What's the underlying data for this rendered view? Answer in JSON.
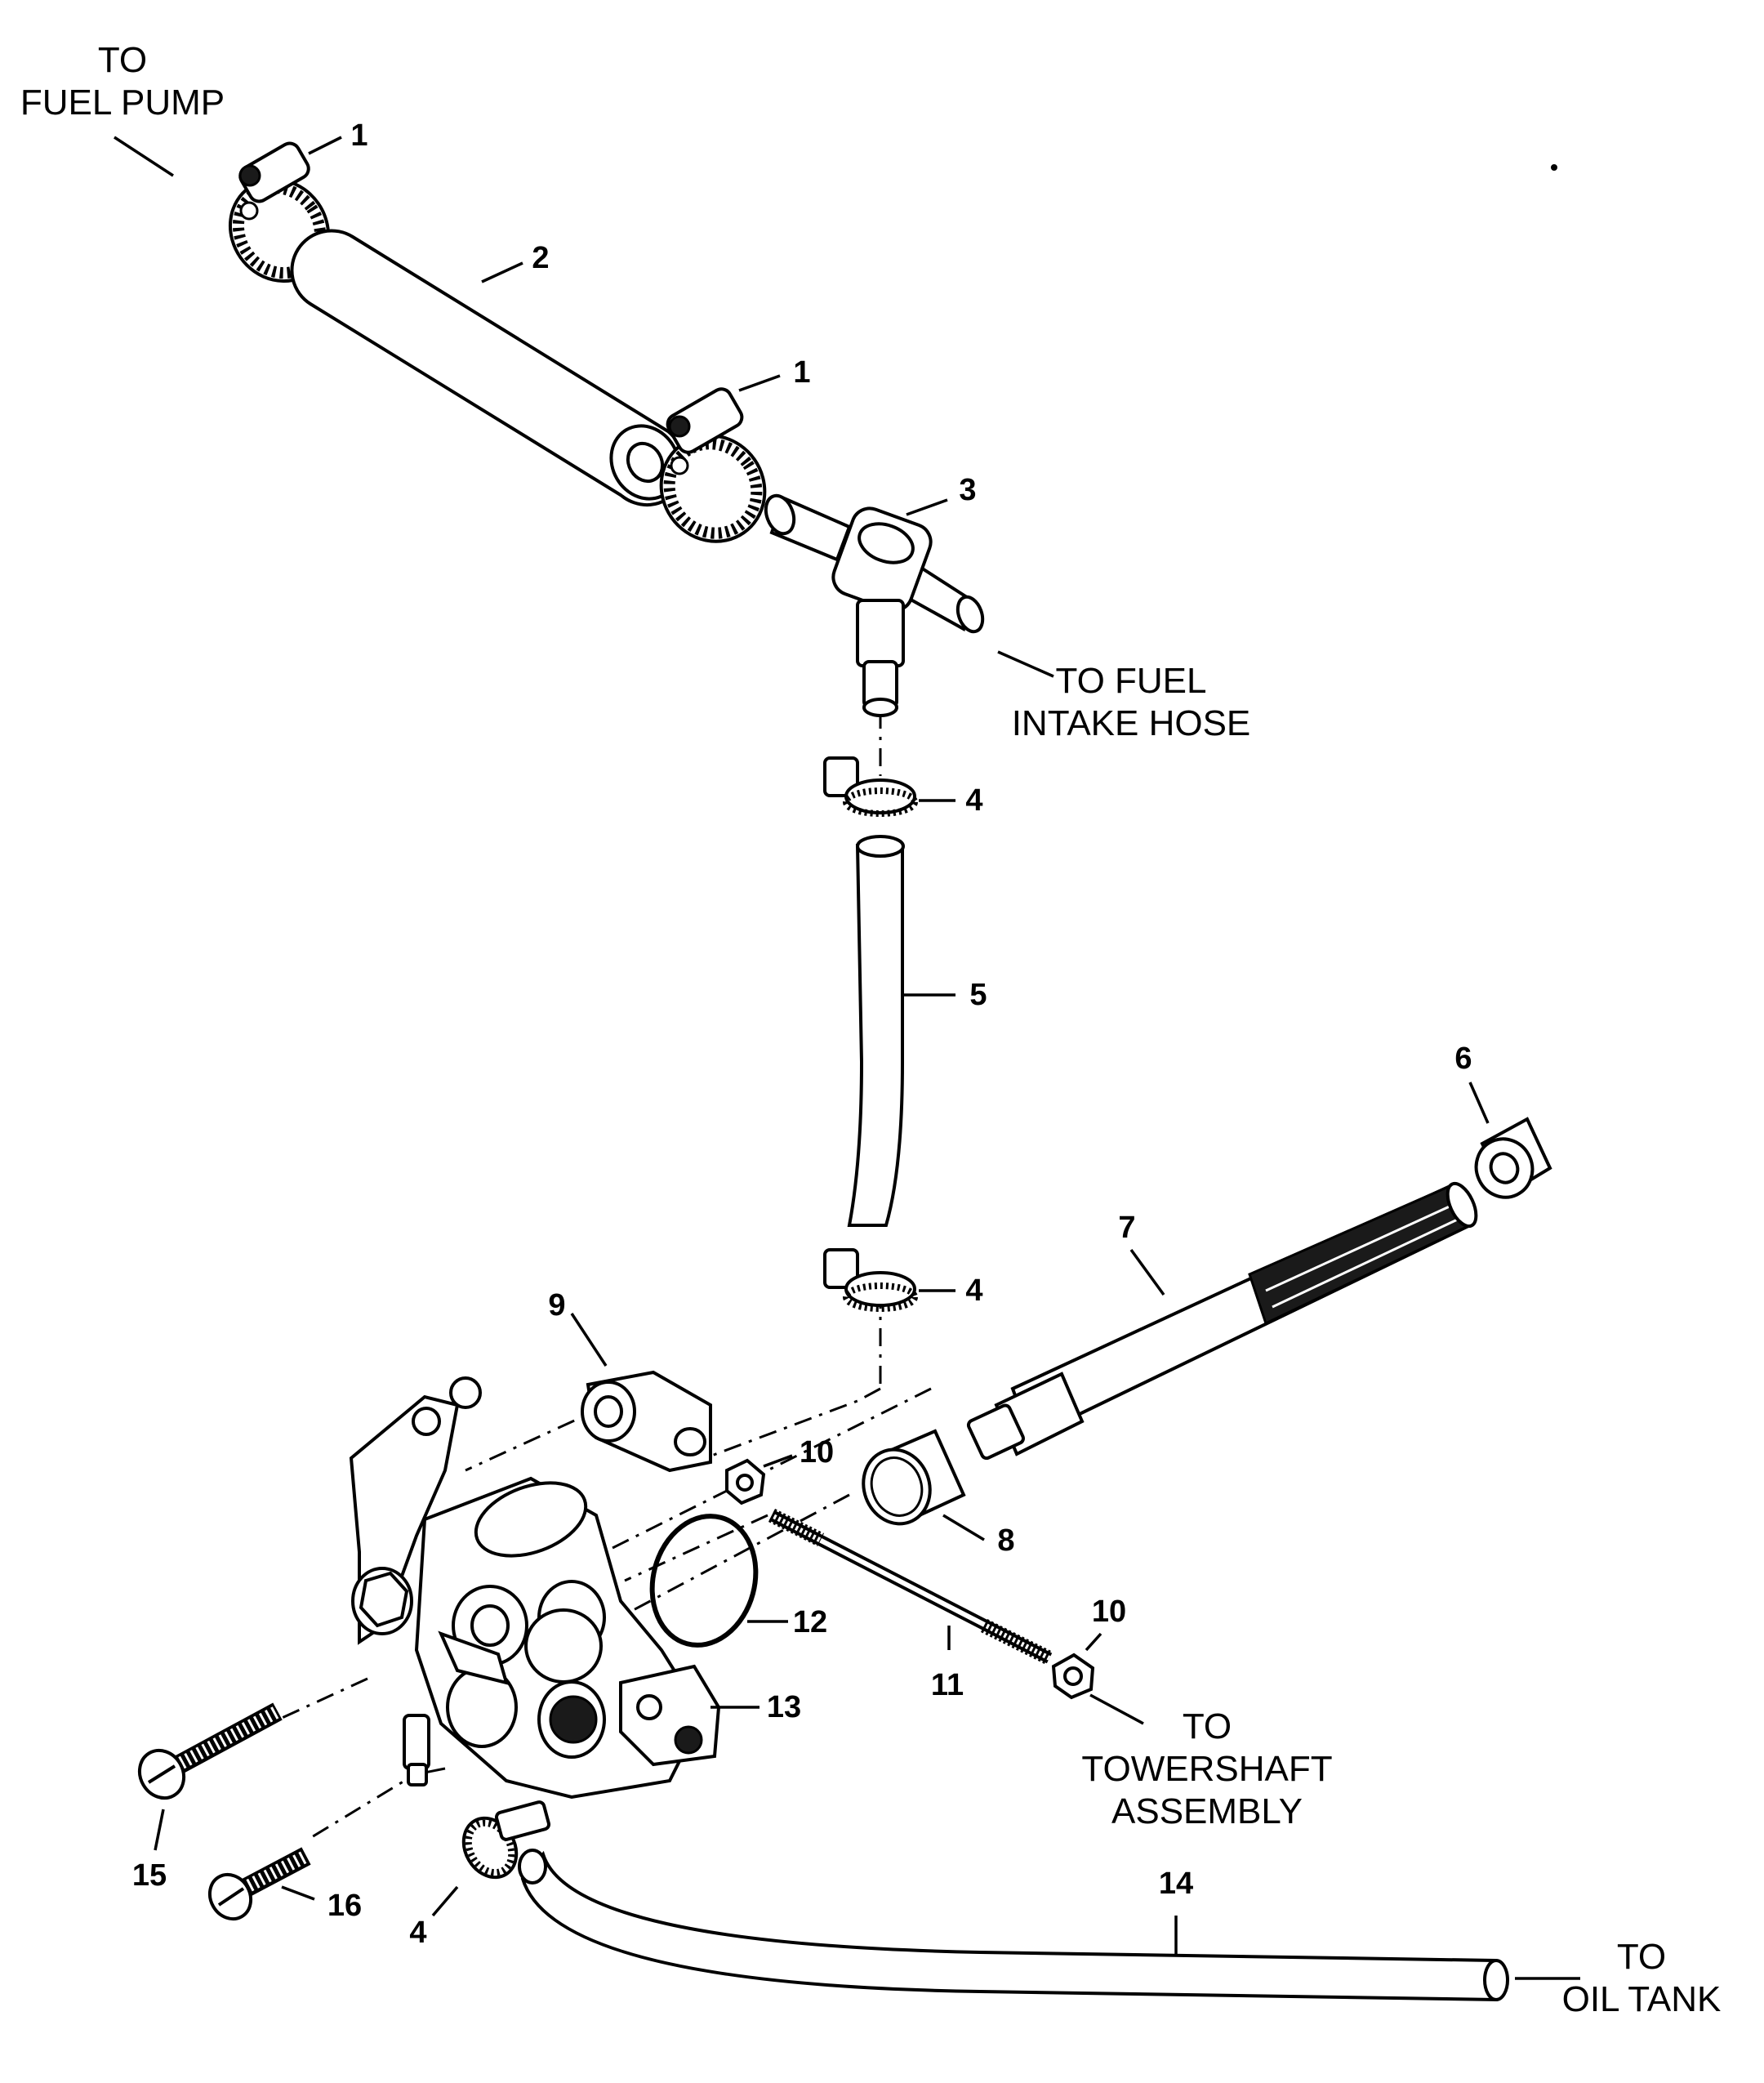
{
  "destinations": {
    "fuel_pump": [
      "TO",
      "FUEL PUMP"
    ],
    "fuel_intake_hose": [
      "TO FUEL",
      "INTAKE HOSE"
    ],
    "towershaft_assembly": [
      "TO",
      "TOWERSHAFT",
      "ASSEMBLY"
    ],
    "oil_tank": [
      "TO",
      "OIL TANK"
    ]
  },
  "callouts": {
    "clamp_1a": "1",
    "hose_2": "2",
    "clamp_1b": "1",
    "tee_fitting_3": "3",
    "clamp_4a": "4",
    "hose_5": "5",
    "clamp_4b": "4",
    "bushing_6": "6",
    "driven_shaft_7": "7",
    "bushing_8": "8",
    "link_9": "9",
    "nut_10a": "10",
    "nut_10b": "10",
    "rod_11": "11",
    "o_ring_12": "12",
    "pump_body_13": "13",
    "oil_hose_14": "14",
    "screw_15": "15",
    "screw_16": "16",
    "clamp_4c": "4"
  }
}
